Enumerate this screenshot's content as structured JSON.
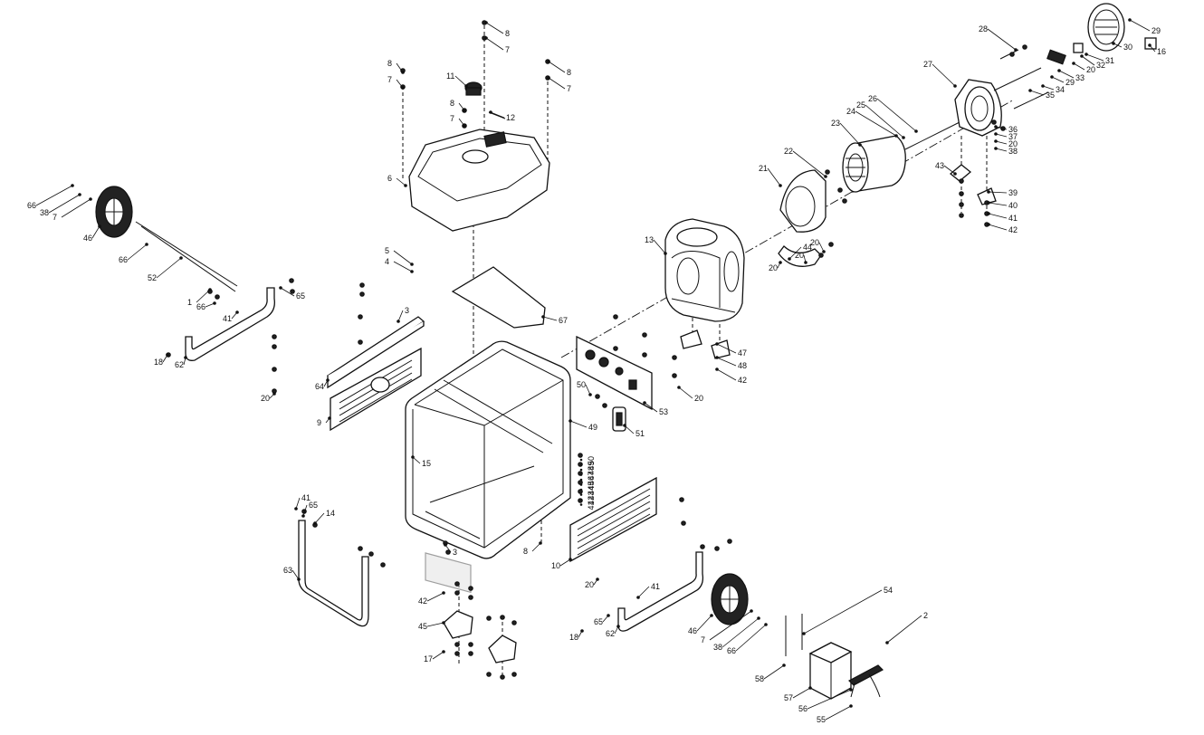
{
  "callouts": [
    "1",
    "2",
    "3",
    "4",
    "5",
    "6",
    "7",
    "8",
    "9",
    "10",
    "11",
    "12",
    "13",
    "14",
    "15",
    "16",
    "17",
    "18",
    "20",
    "21",
    "22",
    "23",
    "24",
    "25",
    "26",
    "27",
    "28",
    "29",
    "30",
    "31",
    "32",
    "33",
    "34",
    "35",
    "36",
    "37",
    "38",
    "39",
    "40",
    "41",
    "42",
    "43",
    "44",
    "45",
    "46",
    "47",
    "48",
    "49",
    "50",
    "51",
    "52",
    "53",
    "54",
    "55",
    "56",
    "57",
    "58",
    "62",
    "63",
    "64",
    "65",
    "66",
    "67"
  ],
  "stacked_callouts": [
    "50",
    "49",
    "48",
    "47",
    "46",
    "45",
    "44",
    "43",
    "42",
    "41"
  ],
  "colors": {
    "line": "#111111",
    "fill": "#ffffff",
    "shade": "#d9d9d9"
  }
}
